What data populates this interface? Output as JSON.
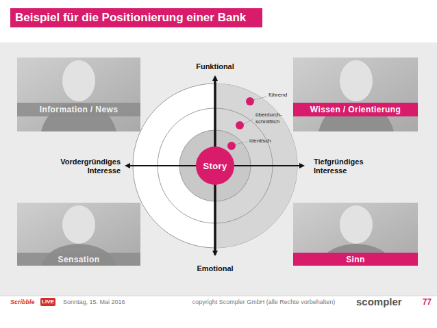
{
  "diagram": {
    "title": "Beispiel für die Positionierung einer Bank",
    "nodes": [
      {
        "text": [
          "Information / News"
        ]
      },
      {
        "text": [
          "Wissen / Orientierung"
        ]
      },
      {
        "text": [
          "Story"
        ]
      },
      {
        "text": [
          "Sensation"
        ]
      },
      {
        "text": [
          "Sinn"
        ]
      }
    ],
    "labels": [
      "Funktional",
      "Emotional",
      "Vordergründiges Interesse",
      "Tiefgründiges Interesse",
      "führend",
      "überdurch- schnittlich",
      "identisch",
      "Scribble",
      "LIVE",
      "Sonntag, 15. Mai 2016",
      "copyright Scompler GmbH (alle Rechte vorbehalten)",
      "scompler",
      "77"
    ]
  }
}
